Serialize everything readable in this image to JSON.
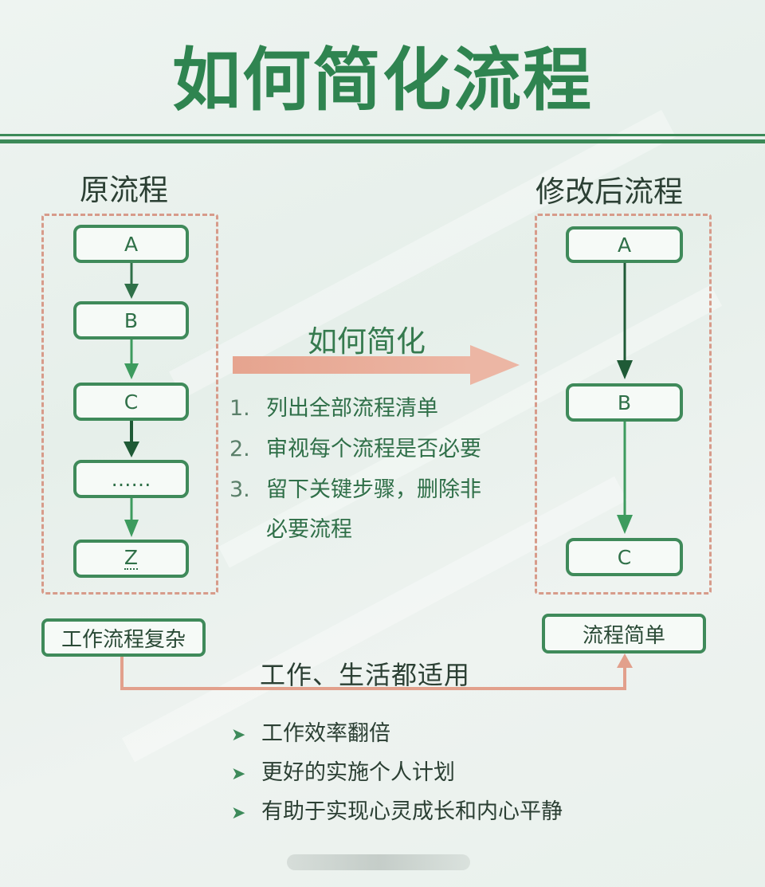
{
  "title": "如何简化流程",
  "original_flow": {
    "label": "原流程",
    "nodes": [
      "A",
      "B",
      "C",
      "……",
      "Z"
    ],
    "caption": "工作流程复杂"
  },
  "revised_flow": {
    "label": "修改后流程",
    "nodes": [
      "A",
      "B",
      "C"
    ],
    "caption": "流程简单"
  },
  "how_to": {
    "heading": "如何简化",
    "steps": [
      {
        "num": "1.",
        "text": "列出全部流程清单"
      },
      {
        "num": "2.",
        "text": "审视每个流程是否必要"
      },
      {
        "num": "3.",
        "text": "留下关键步骤，删除非",
        "cont": "必要流程"
      }
    ]
  },
  "applies_to": "工作、生活都适用",
  "benefits": [
    {
      "marker": "➤",
      "text": "工作效率翻倍"
    },
    {
      "marker": "➤",
      "text": "更好的实施个人计划"
    },
    {
      "marker": "➤",
      "text": "有助于实现心灵成长和内心平静"
    }
  ],
  "colors": {
    "primary_green": "#3f8a5a",
    "title_green": "#2f8450",
    "dashed_frame": "#d79b8a",
    "arrow_salmon": "#e2a08c"
  }
}
